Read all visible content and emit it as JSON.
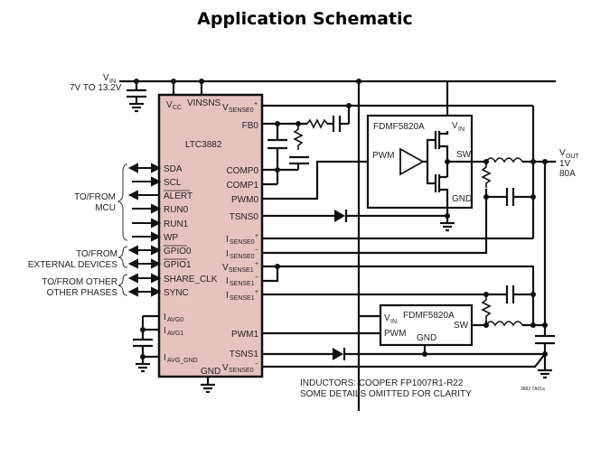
{
  "title": "Application Schematic",
  "colors": {
    "chip_fill": "#e6c3bf",
    "wire": "#111111",
    "background": "#ffffff"
  },
  "vin": {
    "label": "V",
    "sub": "IN",
    "range": "7V TO 13.2V"
  },
  "vout": {
    "label": "V",
    "sub": "OUT",
    "voltage": "1V",
    "current": "80A"
  },
  "controller": {
    "name": "LTC3882",
    "top_pins": [
      {
        "main": "V",
        "sub": "CC",
        "sup": ""
      },
      {
        "main": "VINSNS",
        "sub": "",
        "sup": ""
      },
      {
        "main": "V",
        "sub": "SENSE0",
        "sup": "+"
      }
    ],
    "left_pins": [
      "SDA",
      "SCL",
      "ALERT",
      "RUN0",
      "RUN1",
      "WP",
      "GPIO0",
      "GPIO1",
      "SHARE_CLK",
      "SYNC"
    ],
    "left_bottom_pins": [
      {
        "main": "I",
        "sub": "AVG0"
      },
      {
        "main": "I",
        "sub": "AVG1"
      },
      {
        "main": "I",
        "sub": "AVG_GND"
      }
    ],
    "right_pins": [
      {
        "main": "FB0",
        "sub": "",
        "sup": ""
      },
      {
        "main": "COMP0",
        "sub": "",
        "sup": ""
      },
      {
        "main": "COMP1",
        "sub": "",
        "sup": ""
      },
      {
        "main": "PWM0",
        "sub": "",
        "sup": ""
      },
      {
        "main": "TSNS0",
        "sub": "",
        "sup": ""
      },
      {
        "main": "I",
        "sub": "SENSE0",
        "sup": "+"
      },
      {
        "main": "I",
        "sub": "SENSE0",
        "sup": "−"
      },
      {
        "main": "V",
        "sub": "SENSE1",
        "sup": "+"
      },
      {
        "main": "I",
        "sub": "SENSE1",
        "sup": "−"
      },
      {
        "main": "I",
        "sub": "SENSE1",
        "sup": "+"
      },
      {
        "main": "PWM1",
        "sub": "",
        "sup": ""
      },
      {
        "main": "TSNS1",
        "sub": "",
        "sup": ""
      },
      {
        "main": "V",
        "sub": "SENSE0",
        "sup": "−"
      }
    ],
    "gnd_pin": "GND"
  },
  "groups": [
    {
      "line1": "TO/FROM",
      "line2": "MCU"
    },
    {
      "line1": "TO/FROM",
      "line2": "EXTERNAL DEVICES"
    },
    {
      "line1": "TO/FROM OTHER",
      "line2": "OTHER PHASES"
    }
  ],
  "power_stage_1": {
    "name": "FDMF5820A",
    "vin": "V",
    "vin_sub": "IN",
    "pwm": "PWM",
    "sw": "SW",
    "gnd": "GND"
  },
  "power_stage_2": {
    "name": "FDMF5820A",
    "vin": "V",
    "vin_sub": "IN",
    "pwm": "PWM",
    "sw": "SW",
    "gnd": "GND"
  },
  "notes": [
    "INDUCTORS: COOPER FP1007R1-R22",
    "SOME DETAILS OMITTED FOR CLARITY"
  ],
  "figure_id": "3882 TA01a"
}
